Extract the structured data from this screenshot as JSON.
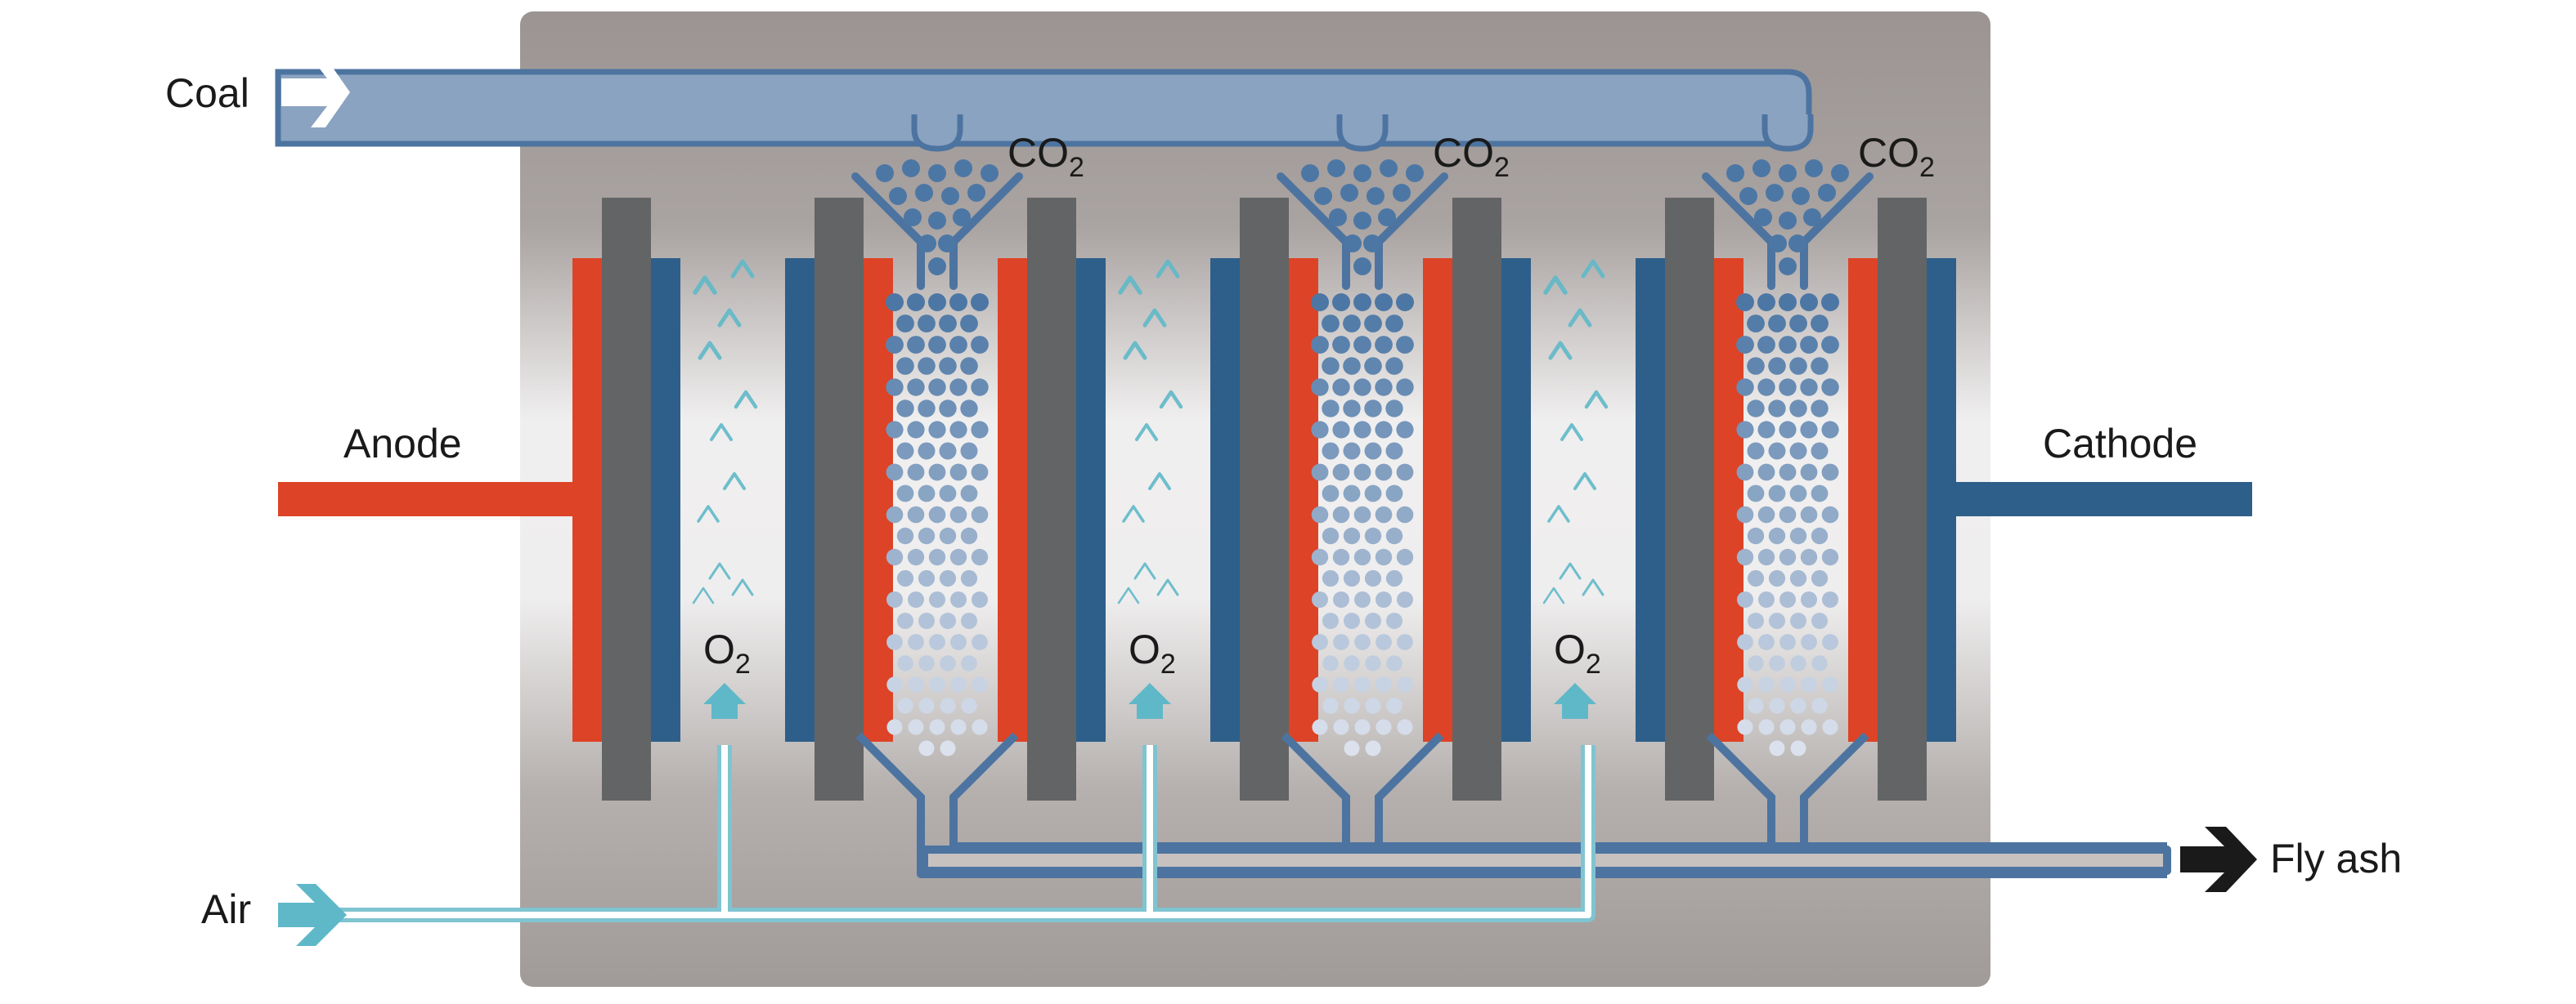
{
  "labels": {
    "coal": "Coal",
    "air": "Air",
    "anode": "Anode",
    "cathode": "Cathode",
    "fly_ash": "Fly ash",
    "co2_base": "CO",
    "co2_sub": "2",
    "o2_base": "O",
    "o2_sub": "2"
  },
  "colors": {
    "housing_dark": "#9a9391",
    "housing_light": "#f2f1f1",
    "anode_red": "#dd4326",
    "cathode_blue": "#2e5f8a",
    "electrode_gray": "#636466",
    "coal_pipe_fill": "#8aa3c1",
    "coal_pipe_edge": "#4d74a0",
    "air_pipe": "#5fb8c8",
    "particle_dark": "#4c77a5",
    "particle_light": "#dfe4ef",
    "arrow_black": "#1a1a1a"
  },
  "icons": {
    "coal_inlet": "arrow-right-icon",
    "air_inlet": "arrow-right-icon",
    "fly_ash_outlet": "arrow-right-icon",
    "o2_inlet": "arrow-up-icon"
  }
}
